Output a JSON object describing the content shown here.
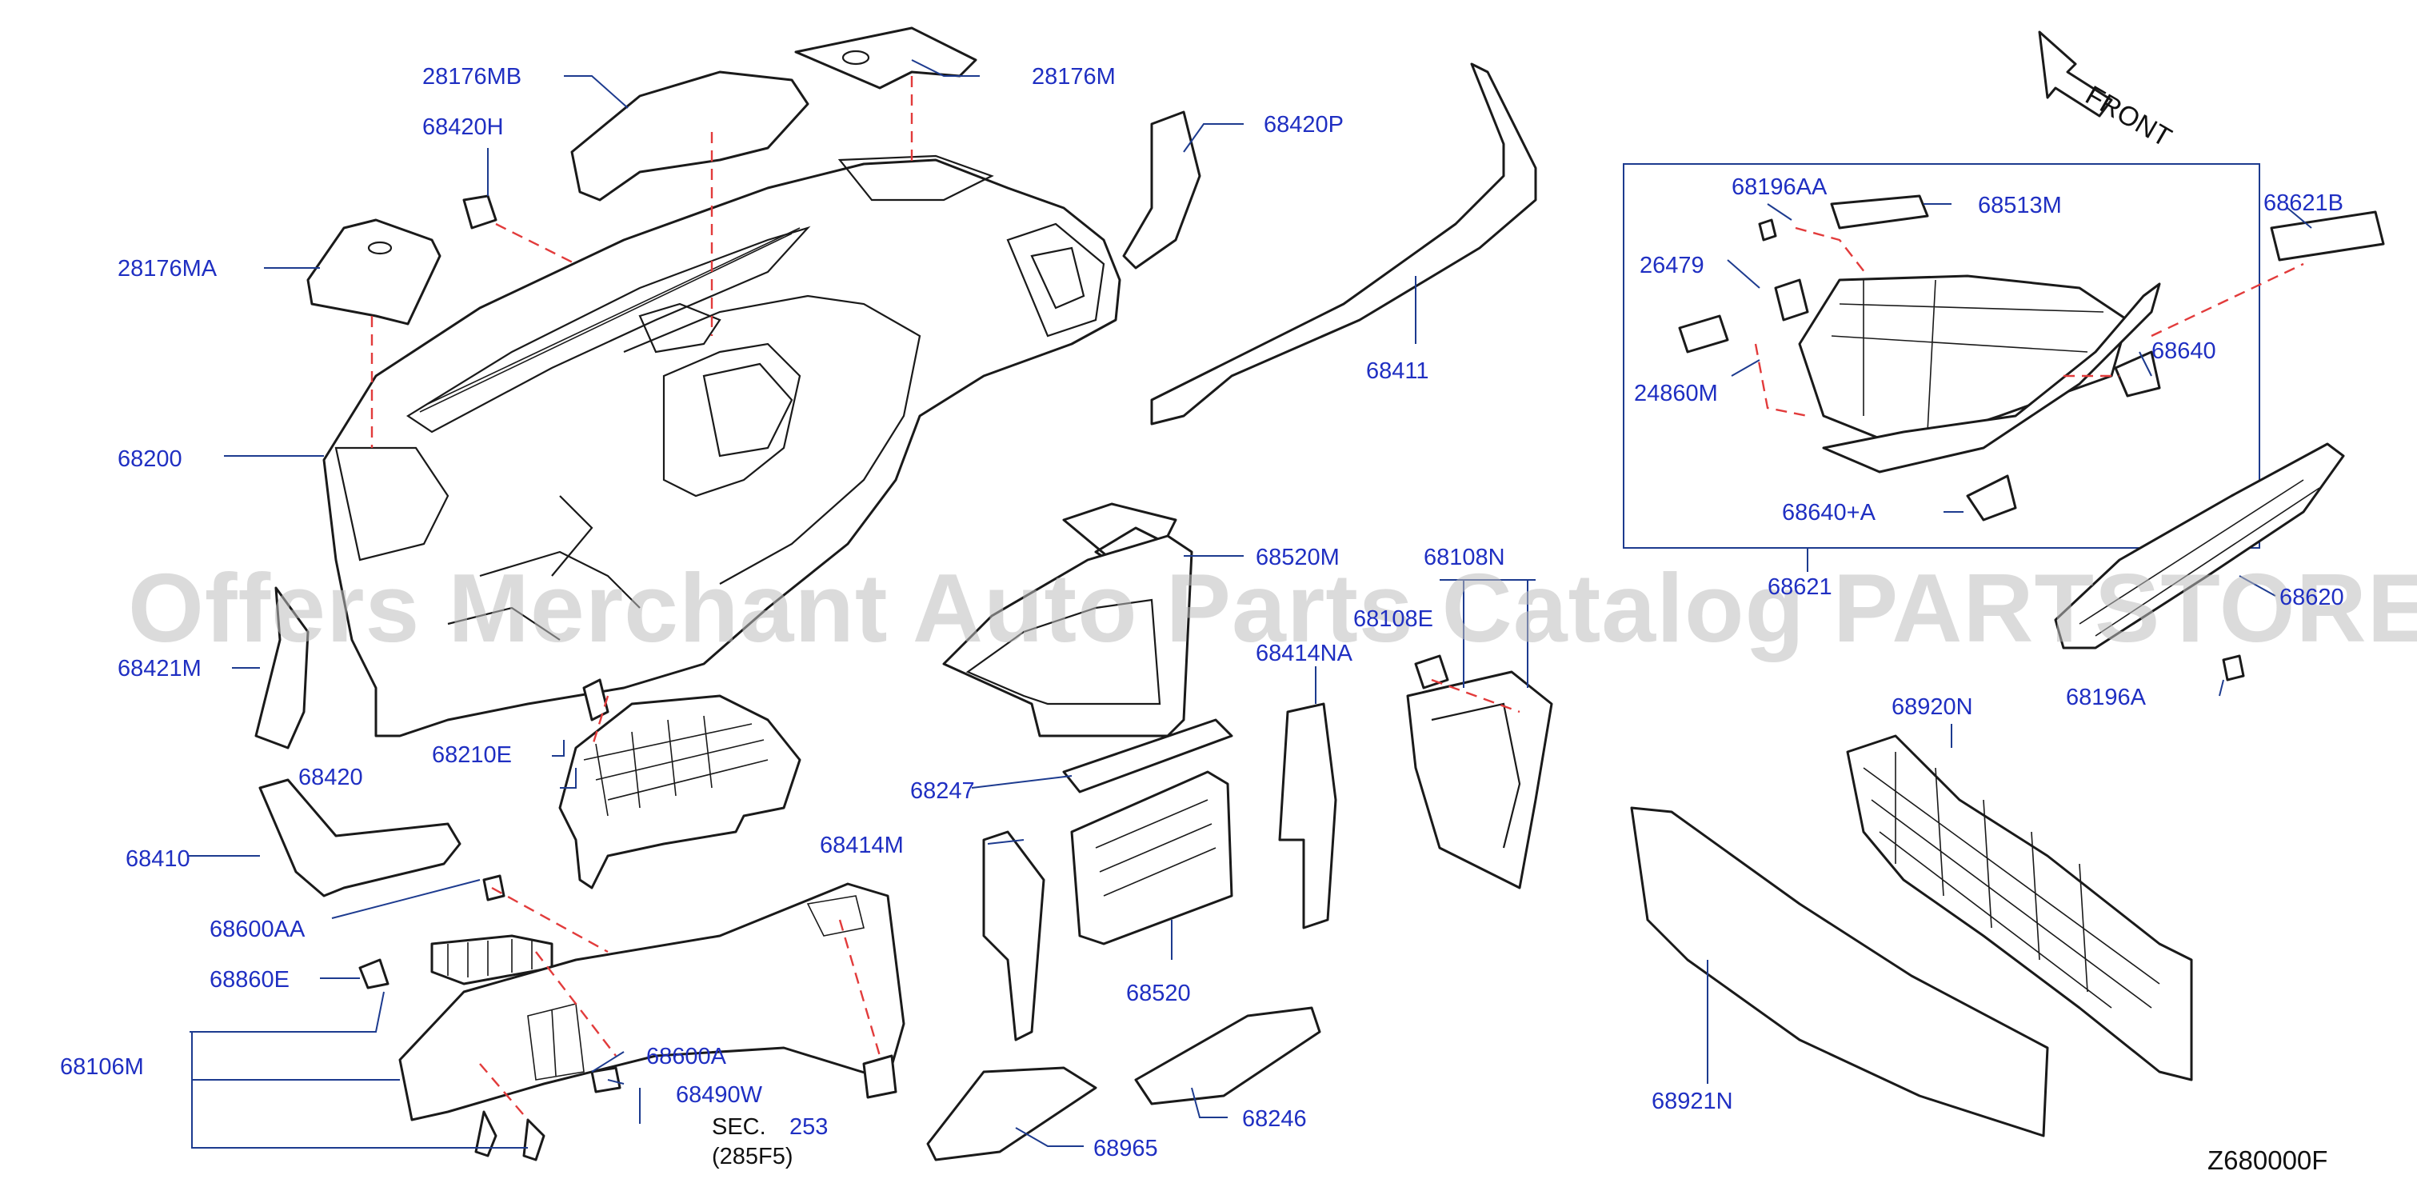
{
  "diagram": {
    "code": "Z680000F",
    "front_label": "FRONT",
    "watermark": "Offers Merchant Auto Parts Catalog PARTSTORE.SA",
    "sec_label": "SEC.",
    "sec_ref": "(285F5)",
    "parts": {
      "p28176MB": "28176MB",
      "p68420H": "68420H",
      "p28176MA": "28176MA",
      "p68200": "68200",
      "p68421M": "68421M",
      "p68420": "68420",
      "p68410": "68410",
      "p68600AA": "68600AA",
      "p68860E": "68860E",
      "p68106M": "68106M",
      "p68600A": "68600A",
      "p68490W": "68490W",
      "p253": "253",
      "p68210E": "68210E",
      "p28176M": "28176M",
      "p68420P": "68420P",
      "p68411": "68411",
      "p68520M": "68520M",
      "p68247": "68247",
      "p68414M": "68414M",
      "p68520": "68520",
      "p68965": "68965",
      "p68246": "68246",
      "p68414NA": "68414NA",
      "p68108N": "68108N",
      "p68108E": "68108E",
      "p68196AA": "68196AA",
      "p68513M": "68513M",
      "p26479": "26479",
      "p24860M": "24860M",
      "p68621B": "68621B",
      "p68640": "68640",
      "p68640A": "68640+A",
      "p68621": "68621",
      "p68620": "68620",
      "p68196A": "68196A",
      "p68920N": "68920N",
      "p68921N": "68921N"
    }
  }
}
